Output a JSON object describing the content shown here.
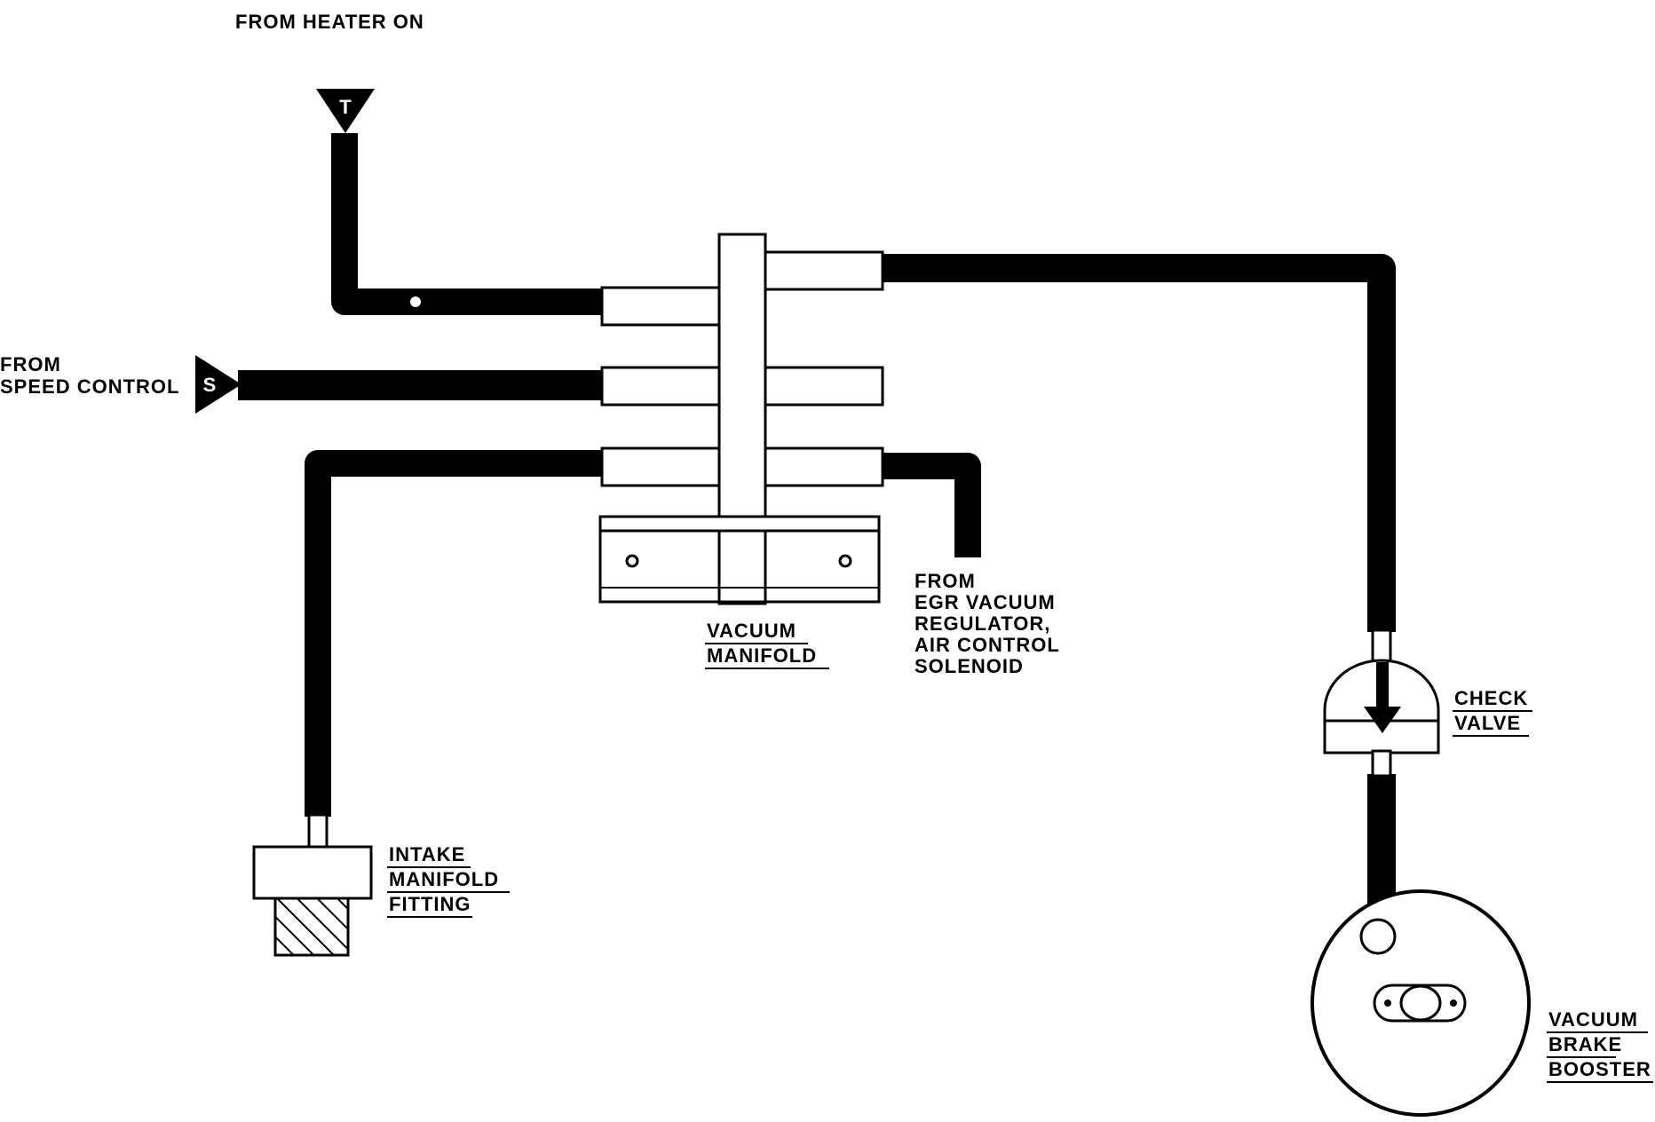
{
  "labels": {
    "heater": "FROM HEATER ON",
    "speed_control": [
      "FROM",
      "SPEED CONTROL"
    ],
    "egr": [
      "FROM",
      "EGR VACUUM",
      "REGULATOR,",
      "AIR CONTROL",
      "SOLENOID"
    ],
    "vacuum_manifold": [
      "VACUUM",
      "MANIFOLD"
    ],
    "check_valve": [
      "CHECK",
      "VALVE"
    ],
    "intake_fitting": [
      "INTAKE",
      "MANIFOLD",
      "FITTING"
    ],
    "brake_booster": [
      "VACUUM",
      "BRAKE",
      "BOOSTER"
    ]
  },
  "markers": {
    "tee": "T",
    "speed": "S"
  },
  "colors": {
    "line": "#000000",
    "background": "#ffffff"
  }
}
